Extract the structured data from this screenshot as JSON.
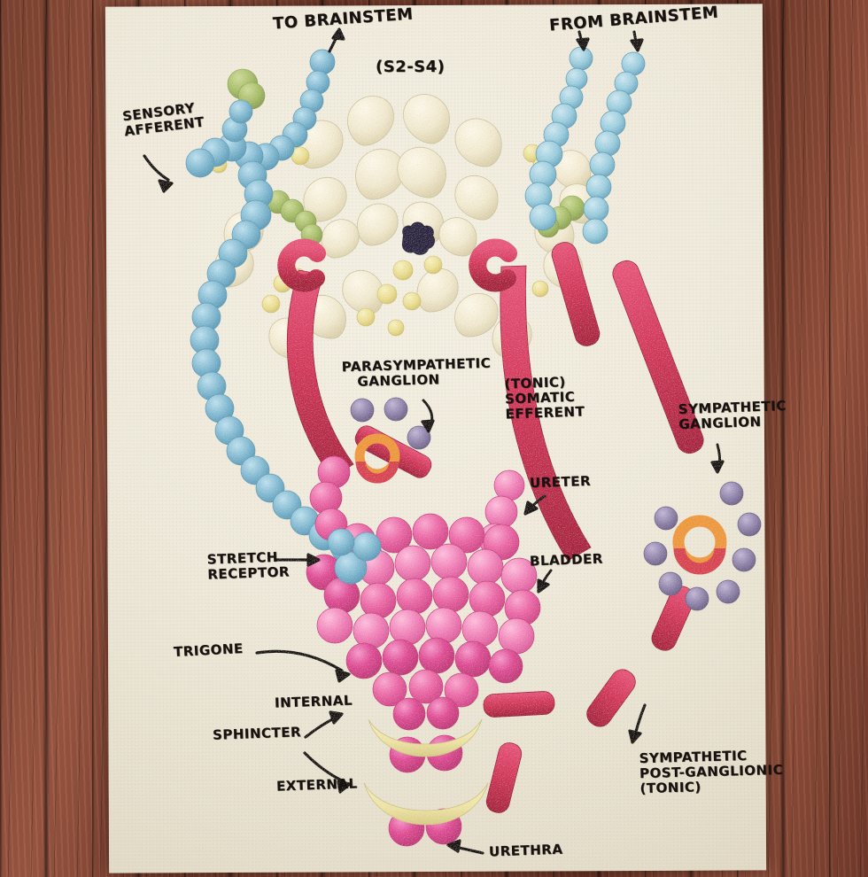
{
  "meta": {
    "title": "Candy model of micturition (bladder) neural control",
    "medium": "sugar-coated candy anatomical diagram on paper over a wooden table"
  },
  "palette": {
    "wood": "#8a4b37",
    "paper": "#efe9da",
    "ink": "#17120f",
    "afferent_blue": "#7fb8cf",
    "efferent_red": "#d4385c",
    "bladder_pink": "#e8589b",
    "bladder_pink_light": "#f08fbe",
    "ganglion_purple": "#9287ad",
    "cord_cream": "#f3ecd8",
    "yellow_pellet": "#ecdf94",
    "green_bead": "#a9bf6a",
    "ring_orange": "#ef9a3c",
    "canal_navy": "#2b2340",
    "sphincter_cream": "#efe7ae"
  },
  "labels": [
    {
      "id": "to-brainstem",
      "text": "TO BRAINSTEM",
      "size": "lg"
    },
    {
      "id": "from-brainstem",
      "text": "FROM BRAINSTEM",
      "size": "lg"
    },
    {
      "id": "cord-level",
      "text": "(S2-S4)",
      "size": "lg"
    },
    {
      "id": "sensory-afferent",
      "text": "SENSORY\nAFFERENT",
      "size": "md"
    },
    {
      "id": "parasympathetic-ganglion",
      "text": "PARASYMPATHETIC\n   GANGLION",
      "size": "md"
    },
    {
      "id": "somatic-efferent",
      "text": "(TONIC)\nSOMATIC\nEFFERENT",
      "size": "md"
    },
    {
      "id": "sympathetic-ganglion",
      "text": "SYMPATHETIC\nGANGLION",
      "size": "md"
    },
    {
      "id": "ureter",
      "text": "URETER",
      "size": "md"
    },
    {
      "id": "bladder",
      "text": "BLADDER",
      "size": "md"
    },
    {
      "id": "stretch-receptor",
      "text": "STRETCH\nRECEPTOR",
      "size": "md"
    },
    {
      "id": "trigone",
      "text": "TRIGONE",
      "size": "md"
    },
    {
      "id": "sphincter",
      "text": "SPHINCTER",
      "size": "md"
    },
    {
      "id": "internal",
      "text": "INTERNAL",
      "size": "md"
    },
    {
      "id": "external",
      "text": "EXTERNAL",
      "size": "md"
    },
    {
      "id": "sympathetic-post-ganglionic",
      "text": "SYMPATHETIC\nPOST-GANGLIONIC\n(TONIC)",
      "size": "md"
    },
    {
      "id": "urethra",
      "text": "URETHRA",
      "size": "md"
    }
  ],
  "structures": [
    {
      "name": "spinal-cord-gray-matter",
      "candy": "cream heart gumdrops",
      "count": 18
    },
    {
      "name": "central-canal",
      "candy": "navy gummy bear",
      "count": 1
    },
    {
      "name": "sensory-afferent-chain",
      "candy": "blue sugar beads",
      "count": 46
    },
    {
      "name": "parasympathetic-ganglion-cells",
      "candy": "purple beads",
      "count": 3
    },
    {
      "name": "sympathetic-ganglion-cells",
      "candy": "purple beads",
      "count": 8
    },
    {
      "name": "ganglion-ring",
      "candy": "orange gummy ring",
      "count": 2
    },
    {
      "name": "bladder-wall",
      "candy": "pink sugar balls",
      "count": 52
    },
    {
      "name": "internal-sphincter",
      "candy": "cream banana candy",
      "count": 1
    },
    {
      "name": "external-sphincter",
      "candy": "cream banana candy",
      "count": 1
    },
    {
      "name": "efferent-nerves",
      "candy": "red licorice sticks",
      "count": 9
    }
  ]
}
